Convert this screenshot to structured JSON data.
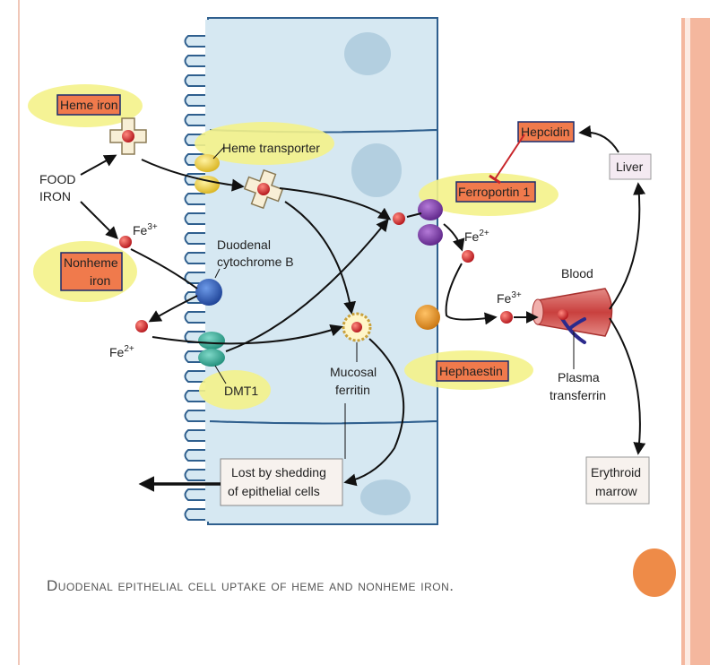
{
  "caption": "Duodenal epithelial cell uptake of heme and nonheme iron.",
  "labels": {
    "food": "FOOD",
    "iron": "IRON",
    "heme_iron": "Heme iron",
    "nonheme_1": "Nonheme",
    "nonheme_2": "iron",
    "fe3": "Fe",
    "fe3_sup": "3+",
    "fe2": "Fe",
    "fe2_sup": "2+",
    "heme_transporter": "Heme transporter",
    "duodenal_1": "Duodenal",
    "duodenal_2": "cytochrome B",
    "dmt1": "DMT1",
    "mucosal_1": "Mucosal",
    "mucosal_2": "ferritin",
    "lost_1": "Lost by shedding",
    "lost_2": "of epithelial cells",
    "ferroportin": "Ferroportin 1",
    "hephaestin": "Hephaestin",
    "hepcidin": "Hepcidin",
    "liver": "Liver",
    "blood": "Blood",
    "plasma_1": "Plasma",
    "plasma_2": "transferrin",
    "erythroid_1": "Erythroid",
    "erythroid_2": "marrow"
  },
  "colors": {
    "cell": "#d6e8f2",
    "cell_border": "#2f5f8e",
    "nucleus": "#b3cfe0",
    "highlight": "#f4f28a",
    "label_box": "#f07a4c",
    "iron_dot": "#c8252a",
    "liver_box": "#f4eaf2"
  }
}
